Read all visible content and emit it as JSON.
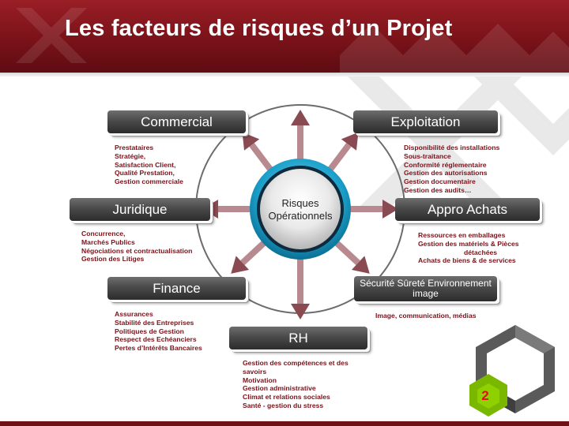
{
  "slide": {
    "title": "Les facteurs de risques d’un Projet",
    "page_number": "2"
  },
  "center": {
    "line1": "Risques",
    "line2": "Opérationnels"
  },
  "categories": {
    "commercial": {
      "label": "Commercial",
      "items": [
        "Prestataires",
        "Stratégie,",
        "Satisfaction Client,",
        "Qualité Prestation,",
        "Gestion commerciale"
      ]
    },
    "exploitation": {
      "label": "Exploitation",
      "items": [
        "Disponibilité des installations",
        "Sous-traitance",
        "Conformité réglementaire",
        "Gestion des autorisations",
        "Gestion documentaire",
        "Gestion des audits…"
      ]
    },
    "juridique": {
      "label": "Juridique",
      "items": [
        "Concurrence,",
        "Marchés Publics",
        "Négociations et contractualisation",
        "Gestion des Litiges"
      ]
    },
    "appro": {
      "label": "Appro Achats",
      "items": [
        "Ressources en emballages",
        "Gestion des matériels & Pièces",
        "détachées",
        "Achats de biens & de services"
      ]
    },
    "finance": {
      "label": "Finance",
      "items": [
        "Assurances",
        "Stabilité des Entreprises",
        "Politiques de Gestion",
        "Respect des Echéanciers",
        "Pertes d’Intérêts Bancaires"
      ]
    },
    "securite": {
      "label": "Sécurité Sûreté Environnement image",
      "items": [
        "Image, communication, médias"
      ]
    },
    "rh": {
      "label": "RH",
      "items": [
        "Gestion des compétences et des",
        "savoirs",
        "Motivation",
        "Gestion administrative",
        "Climat et relations sociales",
        "Santé - gestion du stress"
      ]
    }
  },
  "colors": {
    "header": "#7a1219",
    "box": "#3c3c3c",
    "list_text": "#7b1118",
    "arrow": "#8a4a52",
    "ring": "#1a9fc9",
    "badge_green": "#7ab800"
  }
}
